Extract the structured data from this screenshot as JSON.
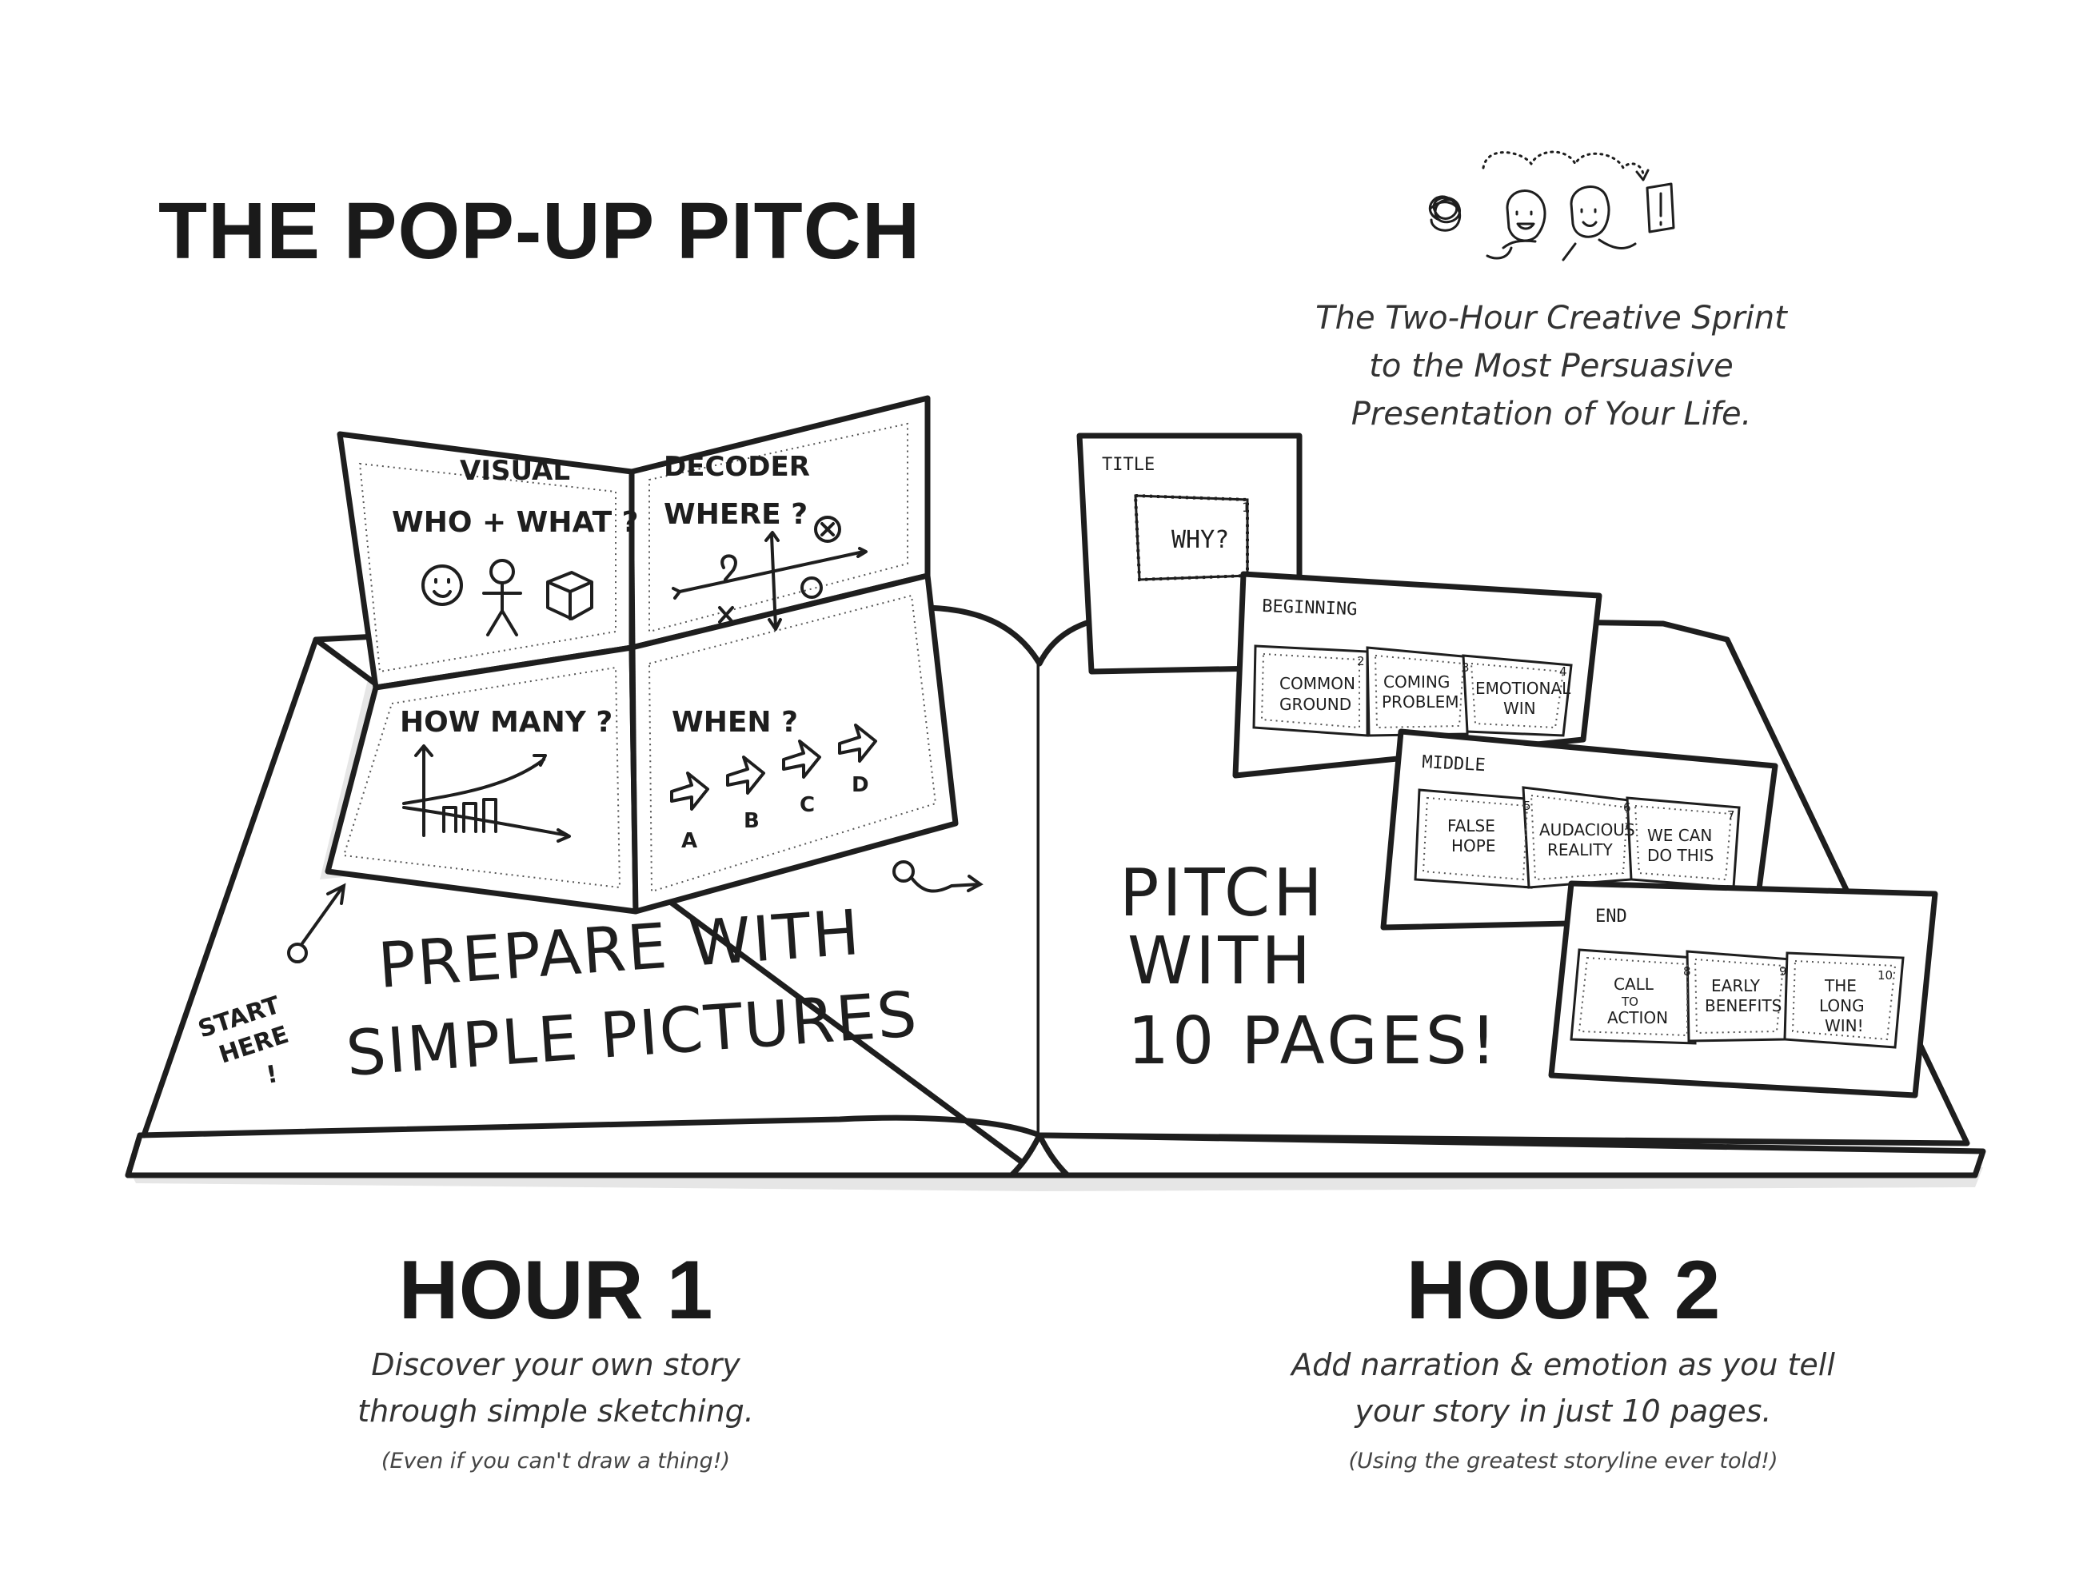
{
  "title": "THE POP-UP PITCH",
  "subtitle": {
    "lines": [
      "The Two-Hour Creative Sprint",
      "to the Most Persuasive",
      "Presentation of Your Life."
    ]
  },
  "book": {
    "left_page": {
      "popup": {
        "header_left": "VISUAL",
        "header_right": "DECODER",
        "panels": {
          "who_what": "WHO + WHAT ?",
          "where": "WHERE ?",
          "how_many": "HOW MANY ?",
          "when": "WHEN ?",
          "when_labels": [
            "A",
            "B",
            "C",
            "D"
          ]
        }
      },
      "start_here": [
        "START",
        "HERE",
        "!"
      ],
      "caption": [
        "PREPARE WITH",
        "SIMPLE PICTURES"
      ]
    },
    "right_page": {
      "caption": [
        "PITCH",
        "WITH",
        "10 PAGES!"
      ],
      "title_card": {
        "label": "TITLE",
        "pages": [
          {
            "num": "1",
            "text": "WHY?"
          }
        ]
      },
      "sections": [
        {
          "label": "BEGINNING",
          "pages": [
            {
              "num": "2",
              "lines": [
                "COMMON",
                "GROUND"
              ]
            },
            {
              "num": "3",
              "lines": [
                "COMING",
                "PROBLEM"
              ]
            },
            {
              "num": "4",
              "lines": [
                "EMOTIONAL",
                "WIN"
              ]
            }
          ]
        },
        {
          "label": "MIDDLE",
          "pages": [
            {
              "num": "5",
              "lines": [
                "FALSE",
                "HOPE"
              ]
            },
            {
              "num": "6",
              "lines": [
                "AUDACIOUS",
                "REALITY"
              ]
            },
            {
              "num": "7",
              "lines": [
                "WE CAN",
                "DO THIS"
              ]
            }
          ]
        },
        {
          "label": "END",
          "pages": [
            {
              "num": "8",
              "lines": [
                "CALL",
                "TO",
                "ACTION"
              ]
            },
            {
              "num": "9",
              "lines": [
                "EARLY",
                "BENEFITS"
              ]
            },
            {
              "num": "10",
              "lines": [
                "THE",
                "LONG",
                "WIN!"
              ]
            }
          ]
        }
      ]
    }
  },
  "hour1": {
    "title": "HOUR 1",
    "desc": [
      "Discover your own story",
      "through simple sketching."
    ],
    "note": "(Even if you can't draw a thing!)"
  },
  "hour2": {
    "title": "HOUR 2",
    "desc": [
      "Add narration & emotion as you tell",
      "your story in just 10 pages."
    ],
    "note": "(Using the greatest storyline ever told!)"
  },
  "icons": {
    "scribble": "scribble-icon",
    "people": "two-people-icon",
    "exclaim": "exclamation-card-icon"
  },
  "colors": {
    "ink": "#1e1e1e",
    "shadow": "#e6e6e6",
    "paper": "#ffffff"
  }
}
